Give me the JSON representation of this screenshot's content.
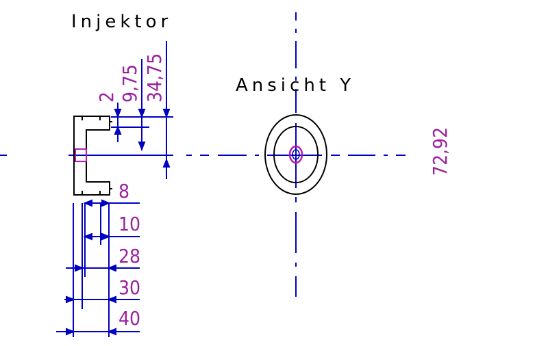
{
  "titles": {
    "left_view": "Injektor",
    "right_view": "Ansicht Y"
  },
  "vertical_dimensions": [
    "2",
    "9,75",
    "34,75"
  ],
  "horizontal_dimensions": [
    "8",
    "10",
    "28",
    "30",
    "40"
  ],
  "cut_off_dimension": "72,92",
  "colors": {
    "outline": "#000000",
    "dimension_line": "#0000c0",
    "dimension_text": "#9b1fa0",
    "highlight": "#b01cb0"
  }
}
